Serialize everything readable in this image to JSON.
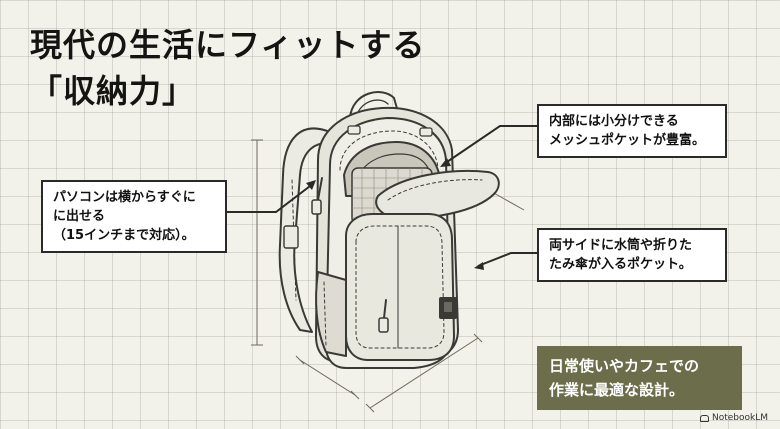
{
  "title": {
    "line1": "現代の生活にフィットする",
    "line2": "「収納力」"
  },
  "callouts": {
    "laptop": {
      "line1": "パソコンは横からすぐに",
      "line2": "に出せる",
      "line3": "（15インチまで対応）。"
    },
    "inner": {
      "line1": "内部には小分けできる",
      "line2": "メッシュポケットが豊富。"
    },
    "side": {
      "line1": "両サイドに水筒や折りた",
      "line2": "たみ傘が入るポケット。"
    }
  },
  "banner": {
    "line1": "日常使いやカフェでの",
    "line2": "作業に最適な設計。"
  },
  "brand": "NotebookLM",
  "colors": {
    "background": "#f2f1ea",
    "grid": "#78766922",
    "banner": "#6b6d4b",
    "ink": "#1c1c1a"
  }
}
